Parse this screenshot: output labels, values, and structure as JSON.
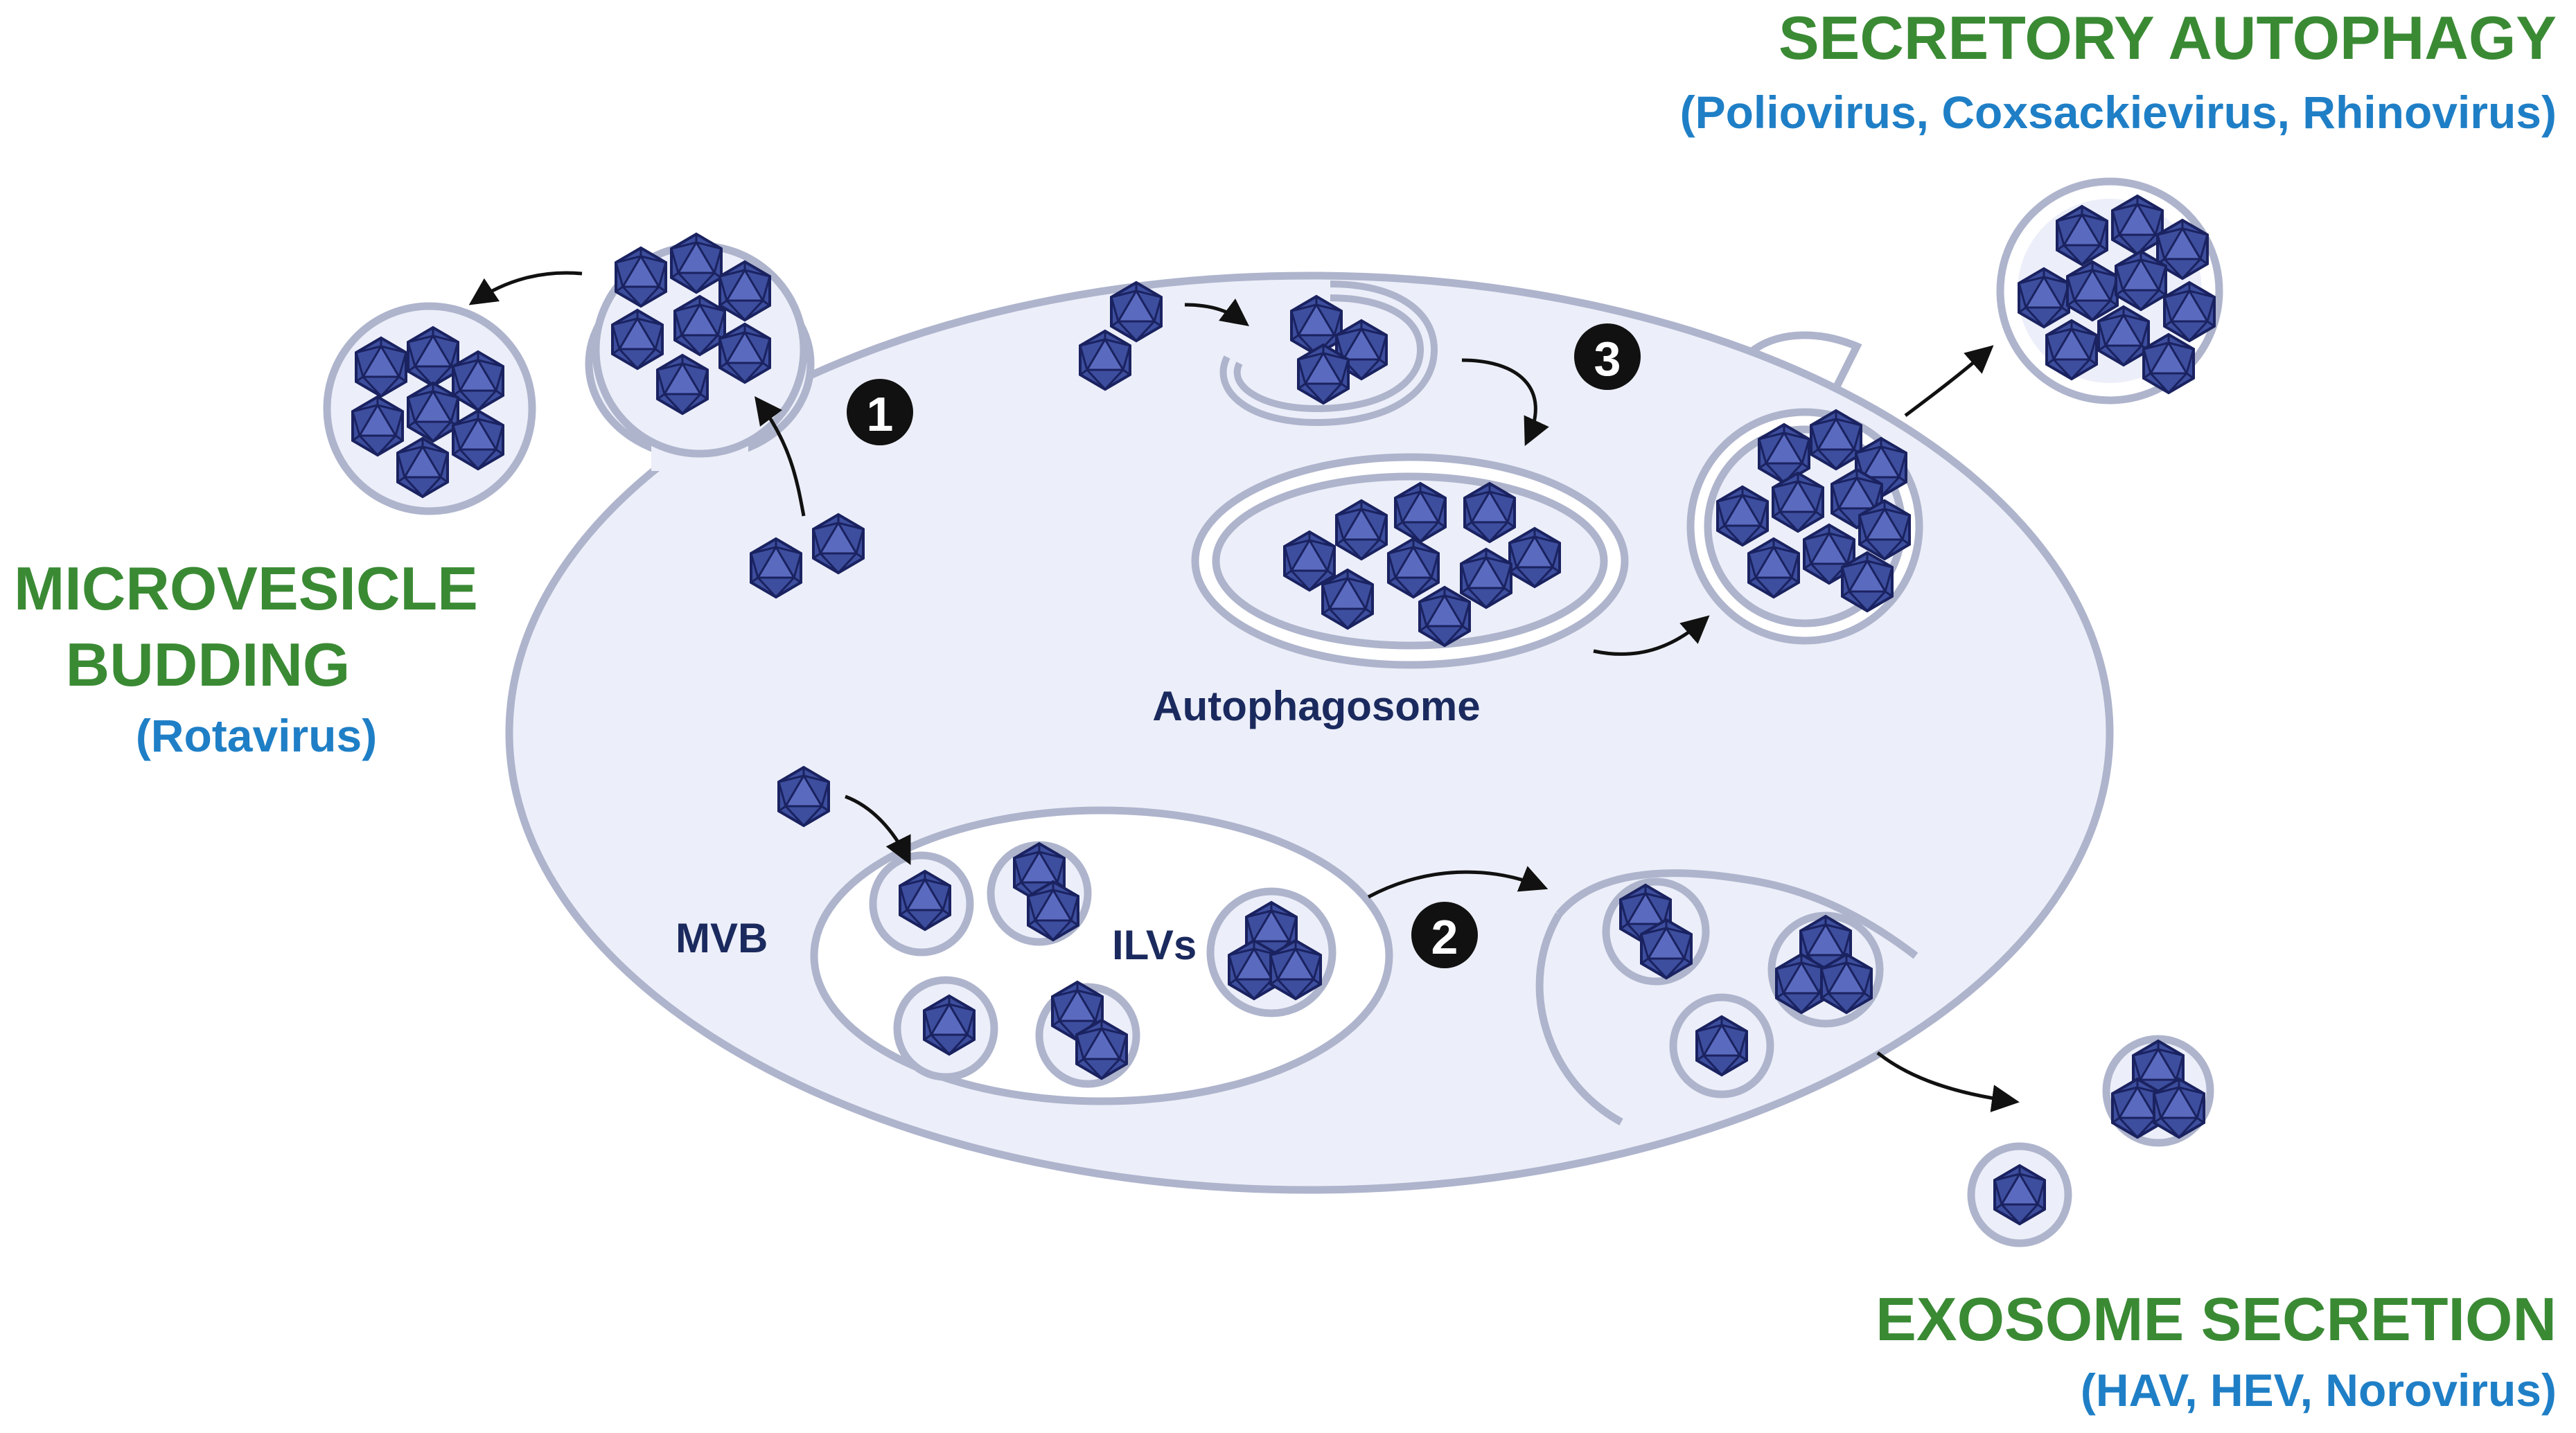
{
  "colors": {
    "title_green": "#3a8a34",
    "subtitle_blue": "#1f7fc6",
    "label_navy": "#1b2a5e",
    "cell_fill": "#eceff9",
    "membrane": "#aeb4cc",
    "virus_face": "#3d4e9e",
    "virus_edge": "#1a2260"
  },
  "pathways": {
    "microvesicle": {
      "title_line1": "MICROVESICLE",
      "title_line2": "BUDDING",
      "viruses": "(Rotavirus)",
      "step": "1"
    },
    "exosome": {
      "title": "EXOSOME SECRETION",
      "viruses": "(HAV, HEV, Norovirus)",
      "step": "2"
    },
    "autophagy": {
      "title": "SECRETORY AUTOPHAGY",
      "viruses": "(Poliovirus, Coxsackievirus, Rhinovirus)",
      "step": "3"
    }
  },
  "structures": {
    "autophagosome": "Autophagosome",
    "mvb": "MVB",
    "ilvs": "ILVs"
  },
  "icons": [
    "virus-particle-icon",
    "arrow-icon",
    "step-number-icon"
  ]
}
